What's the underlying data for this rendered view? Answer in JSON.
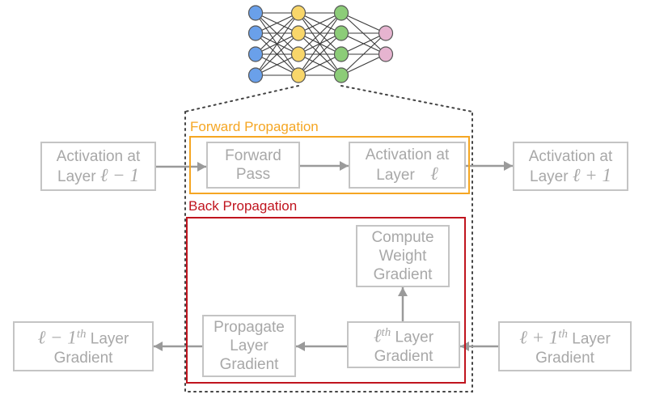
{
  "colors": {
    "forward": "#f5a623",
    "back": "#c0141e",
    "box_border": "#c4c4c4",
    "box_text": "#a8a8a8",
    "arrow": "#9a9a9a",
    "node_input": "#6aa0ea",
    "node_hidden1": "#f8d66a",
    "node_hidden2": "#8ccc78",
    "node_output": "#e6b4d0"
  },
  "sections": {
    "forward_title": "Forward Propagation",
    "back_title": "Back Propagation"
  },
  "boxes": {
    "act_prev": {
      "line1": "Activation at",
      "line2_text": "Layer ",
      "line2_math": "ℓ − 1"
    },
    "forward_pass": {
      "line1": "Forward",
      "line2": "Pass"
    },
    "act_curr": {
      "line1": "Activation at",
      "line2_text": "Layer ",
      "line2_math": "ℓ"
    },
    "act_next": {
      "line1": "Activation at",
      "line2_text": "Layer ",
      "line2_math": "ℓ + 1"
    },
    "compute_weight": {
      "line1": "Compute",
      "line2": "Weight",
      "line3": "Gradient"
    },
    "grad_out": {
      "math": "ℓ − 1",
      "sup": "th",
      "text": " Layer",
      "line2": "Gradient"
    },
    "propagate": {
      "line1": "Propagate",
      "line2": "Layer",
      "line3": "Gradient"
    },
    "grad_curr": {
      "math": "ℓ",
      "sup": "th",
      "text": " Layer",
      "line2": "Gradient"
    },
    "grad_in": {
      "math": "ℓ + 1",
      "sup": "th",
      "text": " Layer",
      "line2": "Gradient"
    }
  }
}
